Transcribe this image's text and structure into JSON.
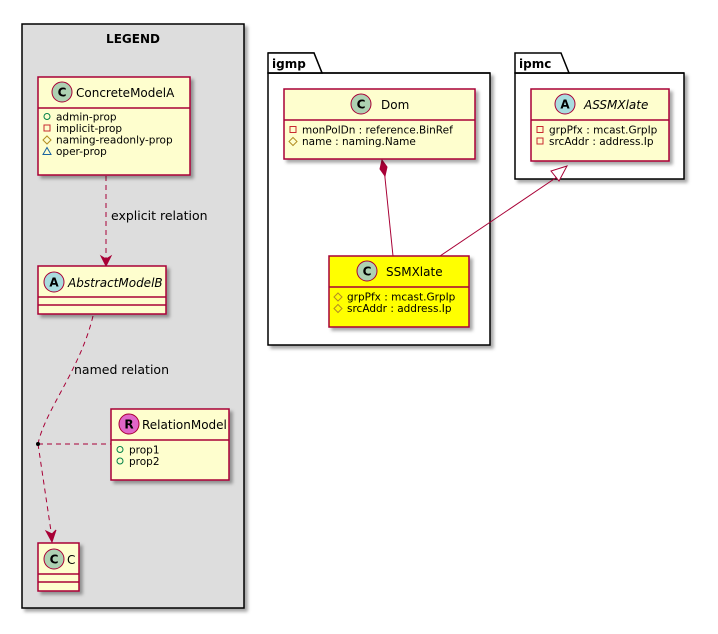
{
  "legend": {
    "title": "LEGEND",
    "concrete_class": {
      "name": "ConcreteModelA",
      "stereotype": "C",
      "attributes": [
        {
          "visibility": "public",
          "text": "admin-prop"
        },
        {
          "visibility": "private",
          "text": "implicit-prop"
        },
        {
          "visibility": "protected",
          "text": "naming-readonly-prop"
        },
        {
          "visibility": "package",
          "text": "oper-prop"
        }
      ]
    },
    "abstract_class": {
      "name": "AbstractModelB",
      "stereotype": "A"
    },
    "relation_model": {
      "name": "RelationModel",
      "stereotype": "R",
      "attributes": [
        {
          "visibility": "public",
          "text": "prop1"
        },
        {
          "visibility": "public",
          "text": "prop2"
        }
      ]
    },
    "target_class": {
      "name": "C",
      "stereotype": "C"
    },
    "explicit_relation_label": "explicit relation",
    "named_relation_label": "named relation"
  },
  "packages": {
    "igmp": {
      "name": "igmp",
      "dom": {
        "name": "Dom",
        "stereotype": "C",
        "attributes": [
          {
            "visibility": "private",
            "text": "monPolDn : reference.BinRef"
          },
          {
            "visibility": "protected",
            "text": "name : naming.Name"
          }
        ]
      },
      "ssmxlate": {
        "name": "SSMXlate",
        "stereotype": "C",
        "highlight_color": "#ffff00",
        "attributes": [
          {
            "visibility": "protected",
            "text": "grpPfx : mcast.GrpIp"
          },
          {
            "visibility": "protected",
            "text": "srcAddr : address.Ip"
          }
        ]
      }
    },
    "ipmc": {
      "name": "ipmc",
      "assmxlate": {
        "name": "ASSMXlate",
        "stereotype": "A",
        "attributes": [
          {
            "visibility": "private",
            "text": "grpPfx : mcast.GrpIp"
          },
          {
            "visibility": "private",
            "text": "srcAddr : address.Ip"
          }
        ]
      }
    }
  },
  "colors": {
    "class_fill": "#fefece",
    "class_border": "#a80036",
    "legend_fill": "#dddddd",
    "class_icon": "#add1b2",
    "abstract_icon": "#a9dcdf",
    "relation_icon": "#e066c8"
  }
}
